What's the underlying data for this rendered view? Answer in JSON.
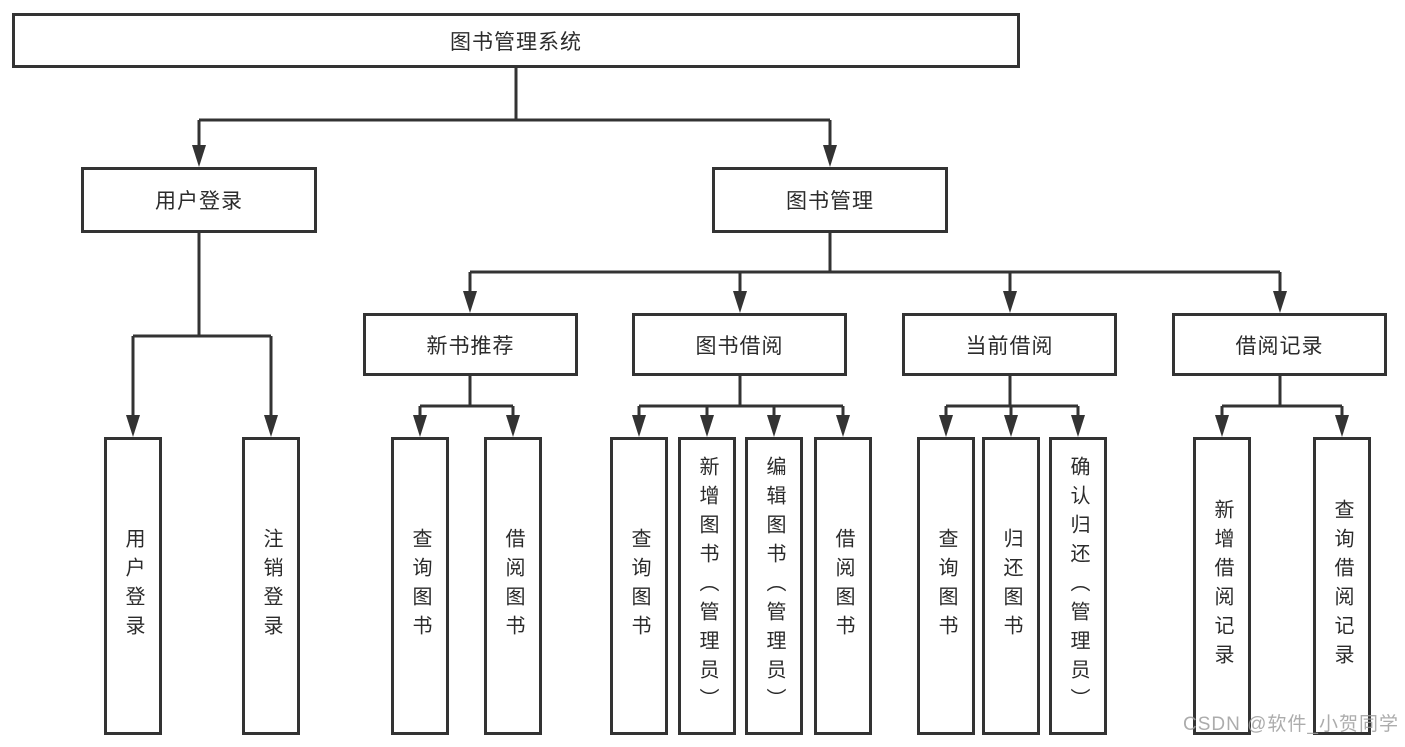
{
  "diagram": {
    "root": {
      "label": "图书管理系统"
    },
    "branches": [
      {
        "label": "用户登录",
        "children": [
          {
            "label": "用户登录"
          },
          {
            "label": "注销登录"
          }
        ]
      },
      {
        "label": "图书管理",
        "children": [
          {
            "label": "新书推荐",
            "children": [
              {
                "label": "查询图书"
              },
              {
                "label": "借阅图书"
              }
            ]
          },
          {
            "label": "图书借阅",
            "children": [
              {
                "label": "查询图书"
              },
              {
                "label": "新增图书（管理员）"
              },
              {
                "label": "编辑图书（管理员）"
              },
              {
                "label": "借阅图书"
              }
            ]
          },
          {
            "label": "当前借阅",
            "children": [
              {
                "label": "查询图书"
              },
              {
                "label": "归还图书"
              },
              {
                "label": "确认归还（管理员）"
              }
            ]
          },
          {
            "label": "借阅记录",
            "children": [
              {
                "label": "新增借阅记录"
              },
              {
                "label": "查询借阅记录"
              }
            ]
          }
        ]
      }
    ]
  },
  "watermark": "CSDN @软件_小贺同学",
  "colors": {
    "line": "#333333",
    "text": "#2b2b2b",
    "background": "#ffffff",
    "watermark": "#9e9e9e"
  }
}
